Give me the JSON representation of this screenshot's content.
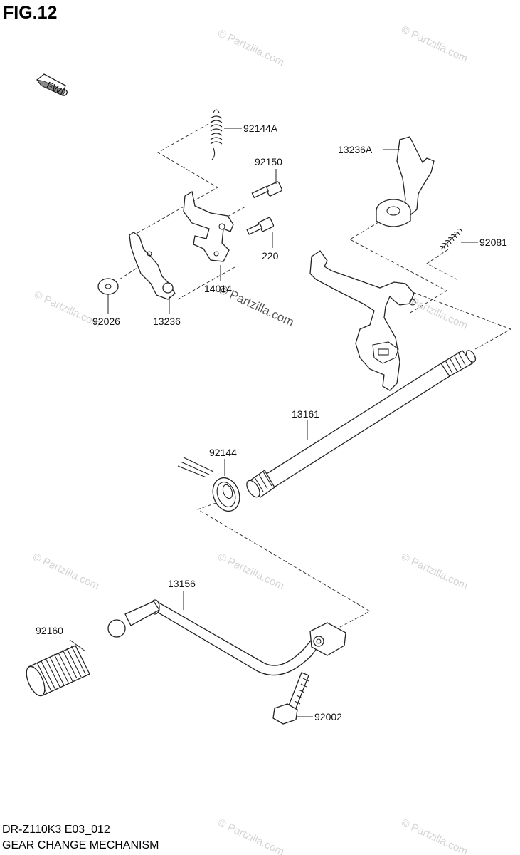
{
  "figure": {
    "title": "FIG.12",
    "model_code": "DR-Z110K3 E03_012",
    "section_name": "GEAR CHANGE MECHANISM"
  },
  "direction_marker": {
    "label": "FWD",
    "icon": "forward-arrow-icon"
  },
  "watermark": {
    "text": "© Partzilla.com"
  },
  "parts": [
    {
      "id": "92144A",
      "label": "92144A",
      "description_icon": "spring-icon"
    },
    {
      "id": "92150",
      "label": "92150",
      "description_icon": "bolt-icon"
    },
    {
      "id": "13236A",
      "label": "13236A",
      "description_icon": "shift-fork-icon"
    },
    {
      "id": "220",
      "label": "220",
      "description_icon": "bolt-icon"
    },
    {
      "id": "92081",
      "label": "92081",
      "description_icon": "spring-icon"
    },
    {
      "id": "14014",
      "label": "14014",
      "description_icon": "stopper-arm-icon"
    },
    {
      "id": "92026",
      "label": "92026",
      "description_icon": "washer-icon"
    },
    {
      "id": "13236",
      "label": "13236",
      "description_icon": "lever-icon"
    },
    {
      "id": "13161",
      "label": "13161",
      "description_icon": "shift-shaft-icon"
    },
    {
      "id": "92144",
      "label": "92144",
      "description_icon": "torsion-spring-icon"
    },
    {
      "id": "13156",
      "label": "13156",
      "description_icon": "shift-pedal-icon"
    },
    {
      "id": "92160",
      "label": "92160",
      "description_icon": "pedal-rubber-icon"
    },
    {
      "id": "92002",
      "label": "92002",
      "description_icon": "bolt-icon"
    }
  ]
}
